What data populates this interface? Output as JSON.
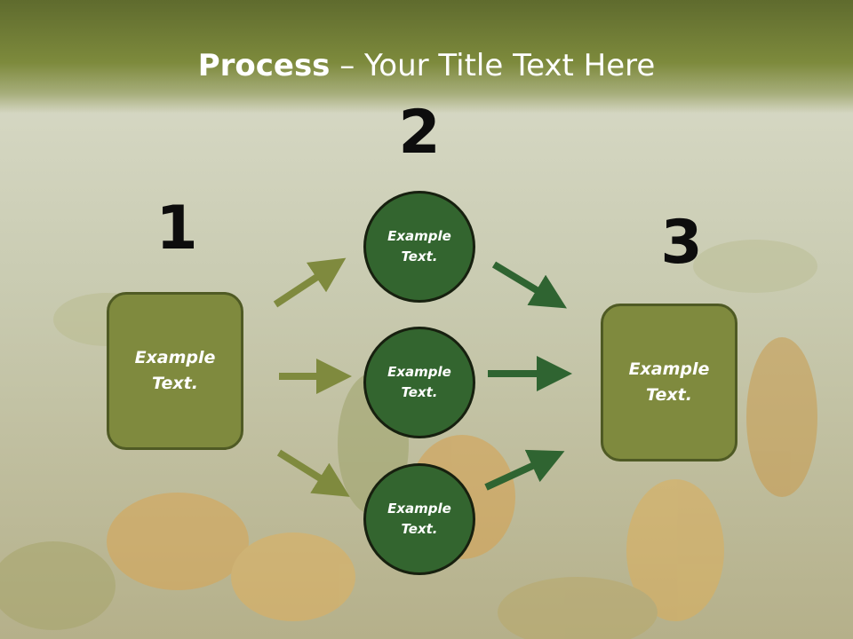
{
  "title": {
    "bold": "Process",
    "rest": " – Your Title Text Here"
  },
  "steps": [
    {
      "number": "1",
      "text": "Example Text."
    },
    {
      "number": "2",
      "text": "Example Text."
    },
    {
      "number": "3",
      "text": "Example Text."
    }
  ],
  "circles": [
    {
      "text": "Example Text."
    },
    {
      "text": "Example Text."
    },
    {
      "text": "Example Text."
    }
  ],
  "colors": {
    "title_bar": "#7d8a3c",
    "box_fill": "#7f8a3e",
    "circle_fill": "#33652f",
    "arrow_light": "#7f8a3e",
    "arrow_dark": "#2f6431"
  }
}
